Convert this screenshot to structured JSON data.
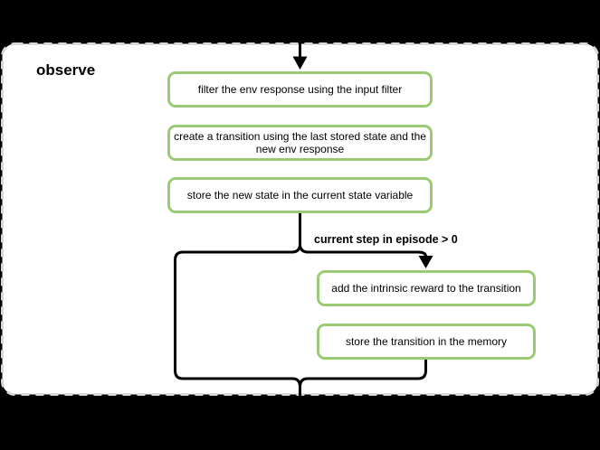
{
  "diagram": {
    "title": "observe",
    "steps": [
      {
        "label": "filter the env response using the input filter"
      },
      {
        "label": "create a transition using the last stored state and the new env response"
      },
      {
        "label": "store the new state in the current state variable"
      },
      {
        "label": "add the intrinsic reward to the transition"
      },
      {
        "label": "store the transition in the memory"
      }
    ],
    "branch": {
      "condition_label": "current step in episode > 0"
    },
    "colors": {
      "background": "#000000",
      "container_bg": "#ffffff",
      "container_border": "#d8d8d8",
      "box_border": "#9acb72",
      "line": "#000000",
      "text": "#000000"
    }
  }
}
